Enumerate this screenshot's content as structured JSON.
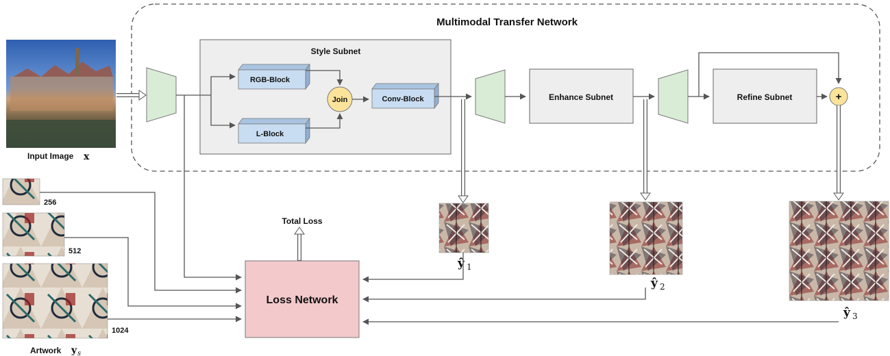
{
  "title": "Multimodal Transfer Network",
  "style_subnet": {
    "title": "Style Subnet",
    "rgb_block": "RGB-Block",
    "l_block": "L-Block",
    "join": "Join",
    "conv_block": "Conv-Block"
  },
  "enhance_subnet": "Enhance Subnet",
  "refine_subnet": "Refine Subnet",
  "plus_symbol": "+",
  "input_label": "Input Image",
  "input_symbol": "x",
  "artwork_label": "Artwork",
  "artwork_symbol": "y",
  "artwork_subscript": "s",
  "artwork_sizes": [
    "256",
    "512",
    "1024"
  ],
  "loss_network": "Loss Network",
  "total_loss": "Total Loss",
  "outputs": [
    {
      "symbol": "ŷ",
      "subscript": "1"
    },
    {
      "symbol": "ŷ",
      "subscript": "2"
    },
    {
      "symbol": "ŷ",
      "subscript": "3"
    }
  ],
  "colors": {
    "encoder_fill": "#d9ecd6",
    "block_fill": "#c9ddf2",
    "join_fill": "#fbe49a",
    "subnet_fill": "#eeeeee",
    "loss_fill": "#f3c9cb",
    "arrow": "#555555"
  }
}
